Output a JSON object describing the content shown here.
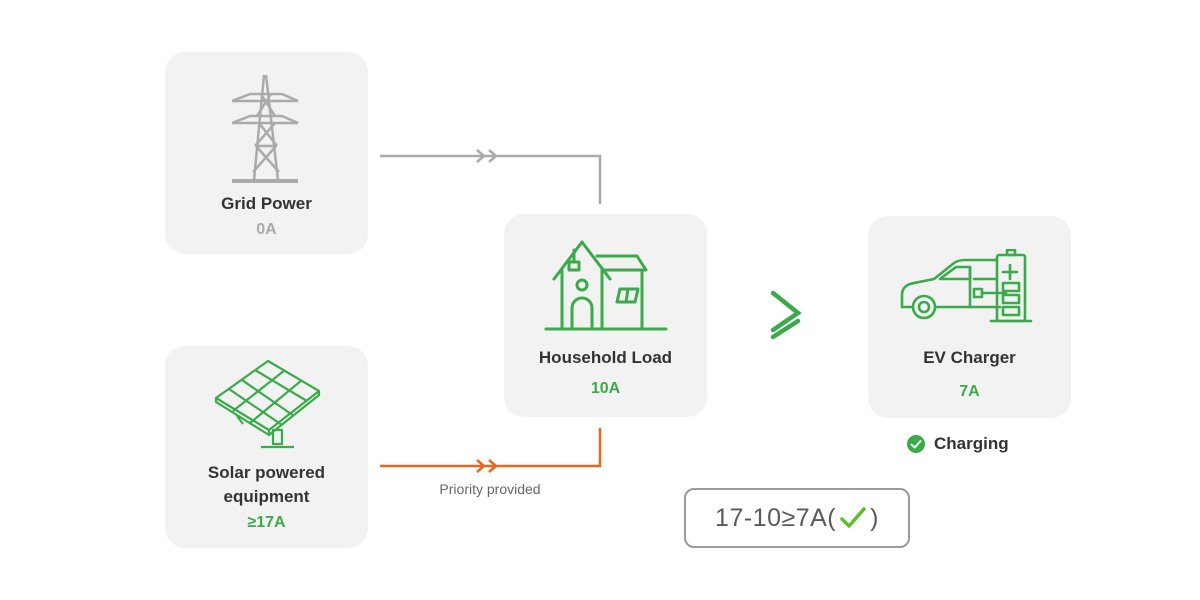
{
  "nodes": {
    "grid": {
      "title": "Grid Power",
      "value": "0A"
    },
    "solar": {
      "title_line1": "Solar powered",
      "title_line2": "equipment",
      "value": "≥17A"
    },
    "household": {
      "title": "Household Load",
      "value": "10A"
    },
    "ev": {
      "title": "EV Charger",
      "value": "7A"
    }
  },
  "edges": {
    "priority_label": "Priority provided",
    "comparison_symbol": "≥"
  },
  "status": {
    "text": "Charging",
    "icon": "check-circle-icon"
  },
  "formula": {
    "expression": "17-10≥7A(",
    "mark": "check-icon",
    "close": ")"
  },
  "colors": {
    "green": "#3aaa4a",
    "grey": "#aaaaaa",
    "orange": "#e8661e",
    "card": "#f2f2f2",
    "check": "#5cbf2a"
  }
}
